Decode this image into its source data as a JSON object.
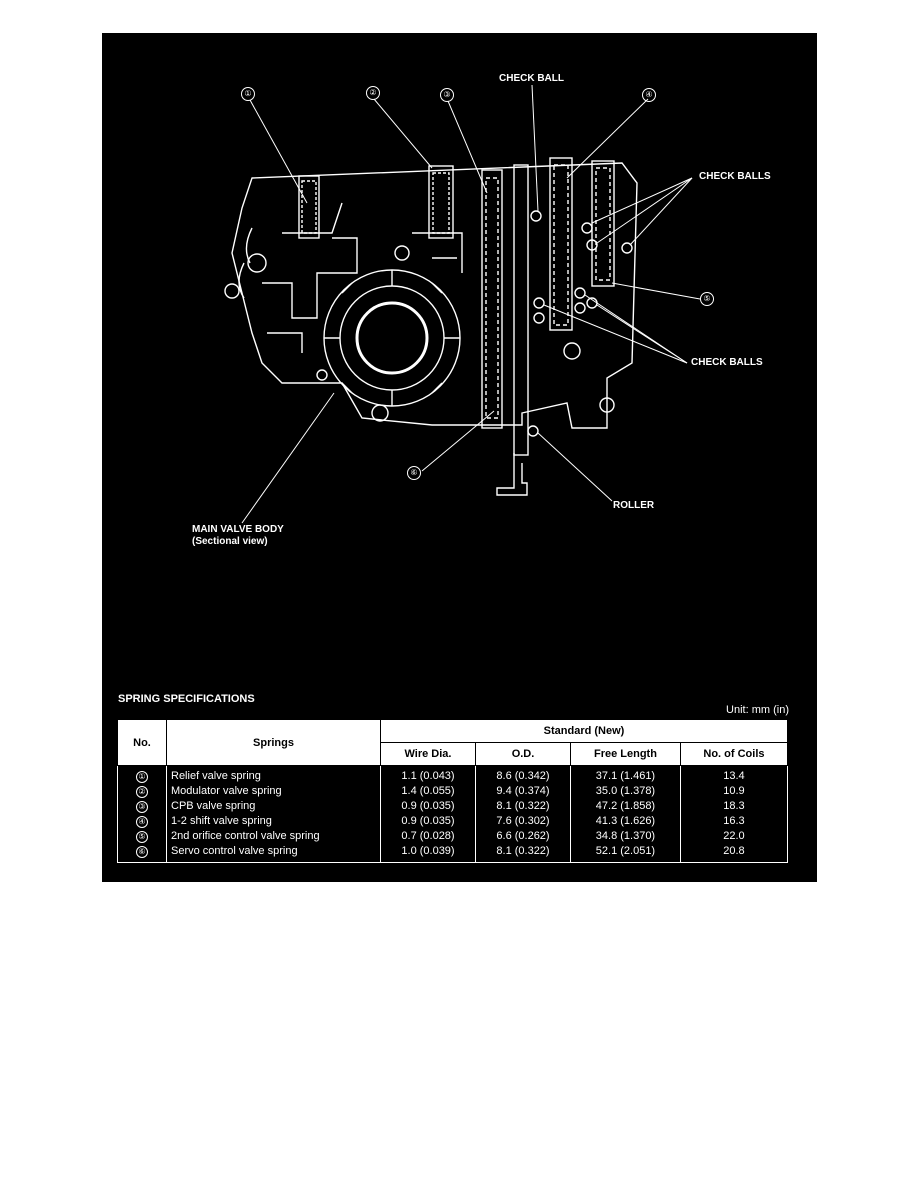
{
  "diagram": {
    "callouts": {
      "n1": "①",
      "n2": "②",
      "n3": "③",
      "n4": "④",
      "n5": "⑤",
      "n6": "⑥"
    },
    "labels": {
      "check_ball": "CHECK BALL",
      "check_balls_upper": "CHECK BALLS",
      "check_balls_lower": "CHECK BALLS",
      "roller": "ROLLER",
      "main_valve_body": "MAIN VALVE BODY",
      "sectional_view": "(Sectional view)"
    }
  },
  "spec": {
    "title": "SPRING SPECIFICATIONS",
    "unit": "Unit: mm (in)",
    "headers": {
      "no": "No.",
      "springs": "Springs",
      "standard": "Standard (New)",
      "wire_dia": "Wire Dia.",
      "od": "O.D.",
      "free_length": "Free Length",
      "coils": "No. of Coils"
    },
    "rows": [
      {
        "no": "①",
        "name": "Relief valve spring",
        "wire": "1.1 (0.043)",
        "od": "8.6 (0.342)",
        "len": "37.1 (1.461)",
        "coils": "13.4"
      },
      {
        "no": "②",
        "name": "Modulator valve spring",
        "wire": "1.4 (0.055)",
        "od": "9.4 (0.374)",
        "len": "35.0 (1.378)",
        "coils": "10.9"
      },
      {
        "no": "③",
        "name": "CPB valve spring",
        "wire": "0.9 (0.035)",
        "od": "8.1 (0.322)",
        "len": "47.2 (1.858)",
        "coils": "18.3"
      },
      {
        "no": "④",
        "name": "1-2 shift valve spring",
        "wire": "0.9 (0.035)",
        "od": "7.6 (0.302)",
        "len": "41.3 (1.626)",
        "coils": "16.3"
      },
      {
        "no": "⑤",
        "name": "2nd orifice control valve spring",
        "wire": "0.7 (0.028)",
        "od": "6.6 (0.262)",
        "len": "34.8 (1.370)",
        "coils": "22.0"
      },
      {
        "no": "⑥",
        "name": "Servo control valve spring",
        "wire": "1.0 (0.039)",
        "od": "8.1 (0.322)",
        "len": "52.1 (2.051)",
        "coils": "20.8"
      }
    ]
  }
}
